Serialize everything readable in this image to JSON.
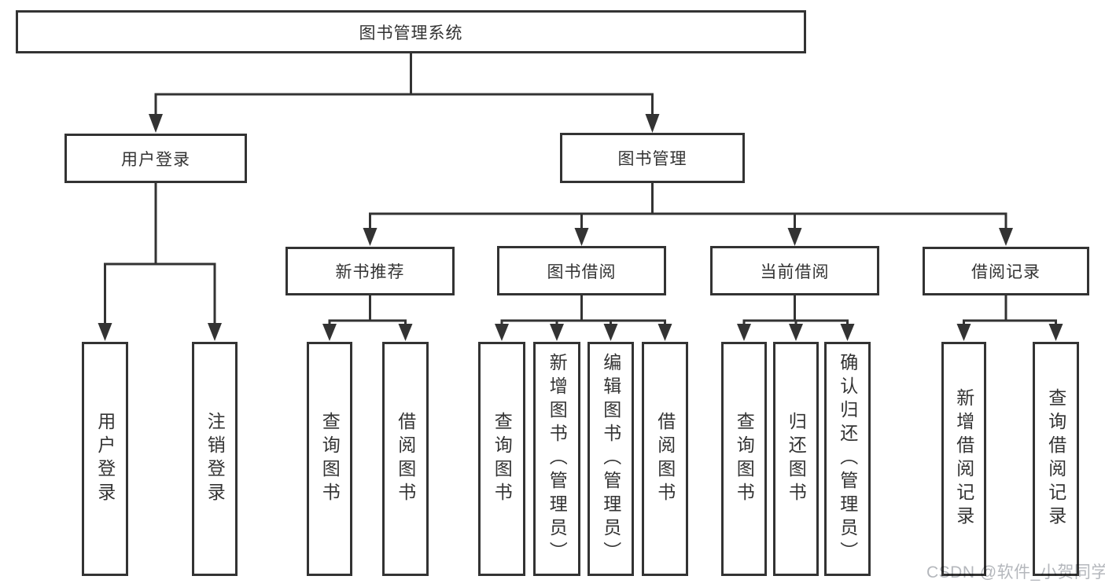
{
  "diagram": {
    "root": {
      "label": "图书管理系统"
    },
    "level2": [
      {
        "id": "user-login",
        "label": "用户登录"
      },
      {
        "id": "book-management",
        "label": "图书管理"
      }
    ],
    "level3": [
      {
        "id": "new-book-recommend",
        "label": "新书推荐"
      },
      {
        "id": "book-borrowing",
        "label": "图书借阅"
      },
      {
        "id": "current-borrowing",
        "label": "当前借阅"
      },
      {
        "id": "borrowing-records",
        "label": "借阅记录"
      }
    ],
    "leaves": [
      "用户登录",
      "注销登录",
      "查询图书",
      "借阅图书",
      "查询图书",
      "新增图书（管理员）",
      "编辑图书（管理员）",
      "借阅图书",
      "查询图书",
      "归还图书",
      "确认归还（管理员）",
      "新增借阅记录",
      "查询借阅记录"
    ]
  },
  "watermark": {
    "text": "CSDN @软件_小贺同学"
  },
  "colors": {
    "line": "#333333",
    "text": "#333333",
    "box_background": "#ffffff",
    "watermark": "#b4b7bc",
    "background": "#ffffff"
  }
}
